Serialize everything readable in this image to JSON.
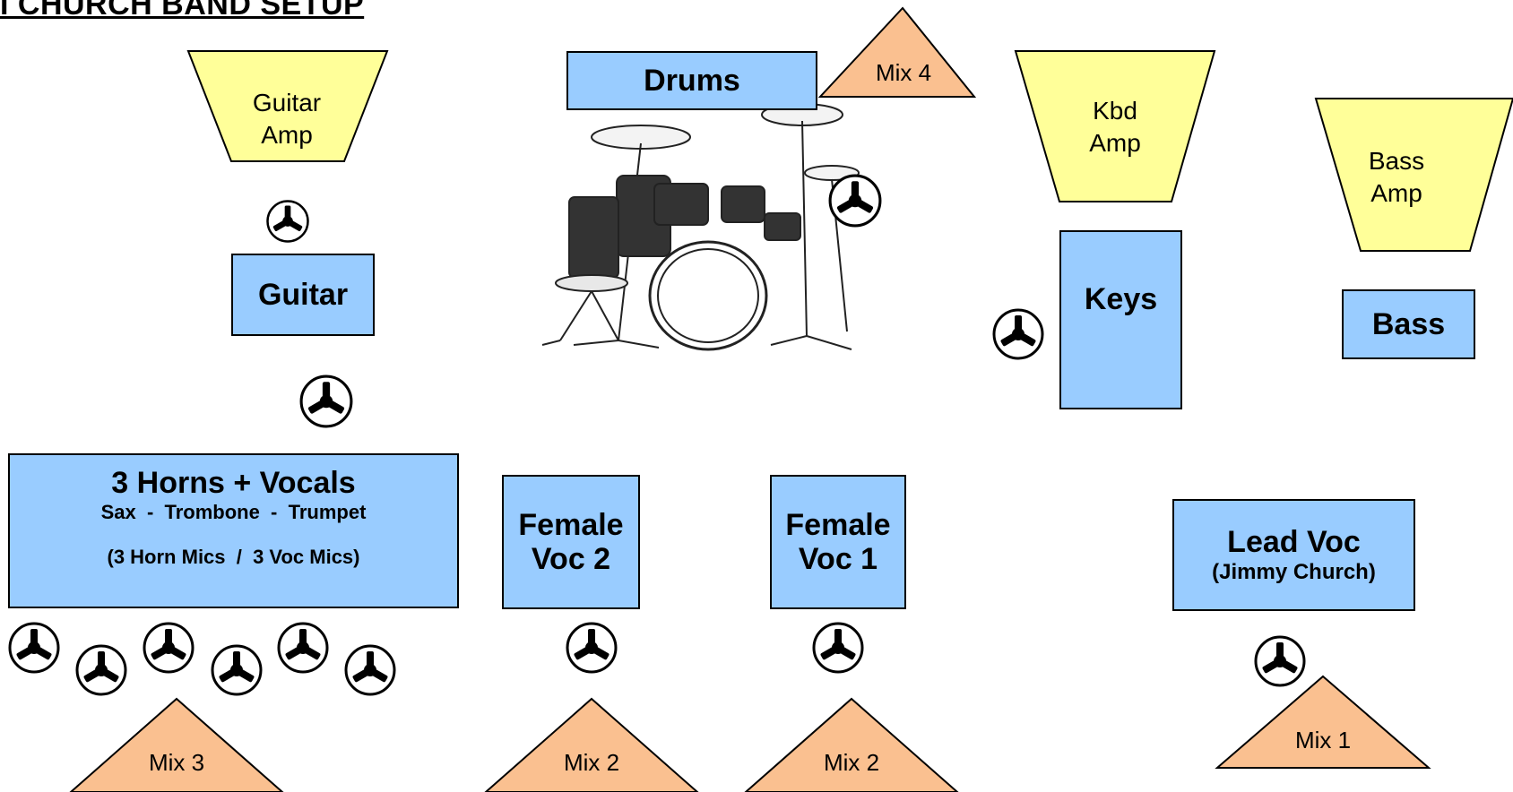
{
  "title": "I CHURCH BAND SETUP",
  "colors": {
    "box": "#99ccff",
    "amp": "#ffff99",
    "monitor": "#fac090",
    "outline": "#000000"
  },
  "drums": {
    "label": "Drums"
  },
  "guitar": {
    "label": "Guitar"
  },
  "keys": {
    "label": "Keys"
  },
  "bass": {
    "label": "Bass"
  },
  "horns": {
    "title": "3 Horns + Vocals",
    "instruments": "Sax  -  Trombone  -  Trumpet",
    "mics": "(3 Horn Mics  /  3 Voc Mics)"
  },
  "female_voc_2": {
    "line1": "Female",
    "line2": "Voc 2"
  },
  "female_voc_1": {
    "line1": "Female",
    "line2": "Voc 1"
  },
  "lead_voc": {
    "line1": "Lead Voc",
    "line2": "(Jimmy Church)"
  },
  "amps": {
    "guitar": {
      "line1": "Guitar",
      "line2": "Amp"
    },
    "kbd": {
      "line1": "Kbd",
      "line2": "Amp"
    },
    "bass": {
      "line1": "Bass",
      "line2": "Amp"
    }
  },
  "monitors": {
    "mix4": "Mix 4",
    "mix3": "Mix 3",
    "mix2a": "Mix 2",
    "mix2b": "Mix 2",
    "mix1": "Mix 1"
  },
  "icons": {
    "mic": "mic-stand-icon",
    "drumkit": "drum-kit-illustration"
  }
}
